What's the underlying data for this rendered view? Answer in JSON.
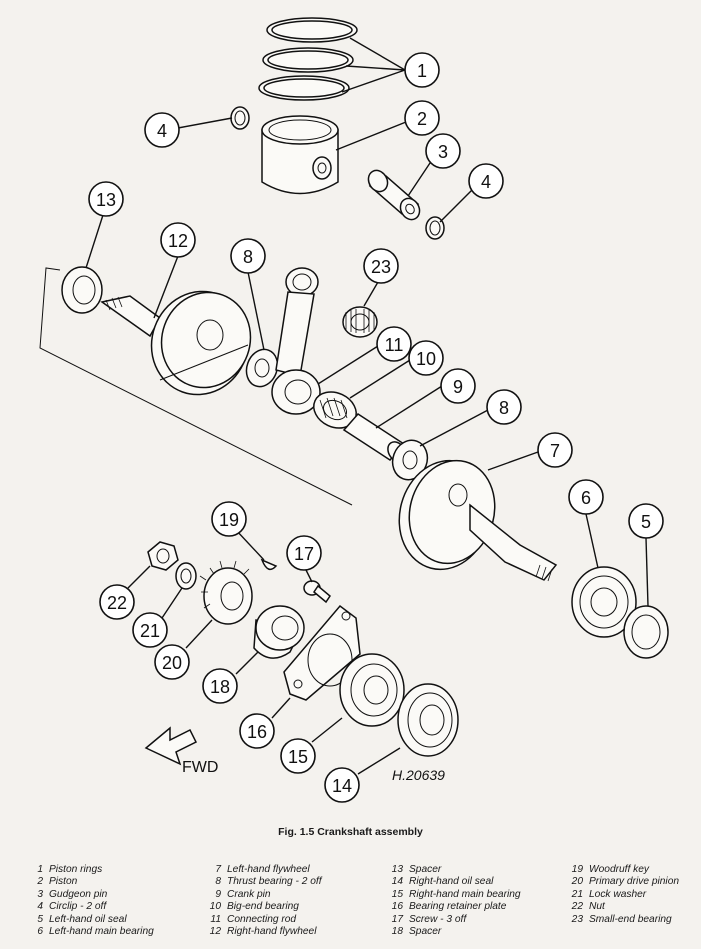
{
  "figure": {
    "caption": "Fig. 1.5 Crankshaft assembly",
    "drawing_ref": "H.20639",
    "direction_label": "FWD"
  },
  "callouts": [
    {
      "n": "1"
    },
    {
      "n": "2"
    },
    {
      "n": "3"
    },
    {
      "n": "4"
    },
    {
      "n": "4"
    },
    {
      "n": "5"
    },
    {
      "n": "6"
    },
    {
      "n": "7"
    },
    {
      "n": "8"
    },
    {
      "n": "8"
    },
    {
      "n": "9"
    },
    {
      "n": "10"
    },
    {
      "n": "11"
    },
    {
      "n": "12"
    },
    {
      "n": "13"
    },
    {
      "n": "14"
    },
    {
      "n": "15"
    },
    {
      "n": "16"
    },
    {
      "n": "17"
    },
    {
      "n": "18"
    },
    {
      "n": "19"
    },
    {
      "n": "20"
    },
    {
      "n": "21"
    },
    {
      "n": "22"
    },
    {
      "n": "23"
    }
  ],
  "legend": [
    {
      "n": "1",
      "label": "Piston rings"
    },
    {
      "n": "2",
      "label": "Piston"
    },
    {
      "n": "3",
      "label": "Gudgeon pin"
    },
    {
      "n": "4",
      "label": "Circlip - 2 off"
    },
    {
      "n": "5",
      "label": "Left-hand oil seal"
    },
    {
      "n": "6",
      "label": "Left-hand main bearing"
    },
    {
      "n": "7",
      "label": "Left-hand flywheel"
    },
    {
      "n": "8",
      "label": "Thrust bearing - 2 off"
    },
    {
      "n": "9",
      "label": "Crank pin"
    },
    {
      "n": "10",
      "label": "Big-end bearing"
    },
    {
      "n": "11",
      "label": "Connecting rod"
    },
    {
      "n": "12",
      "label": "Right-hand flywheel"
    },
    {
      "n": "13",
      "label": "Spacer"
    },
    {
      "n": "14",
      "label": "Right-hand oil seal"
    },
    {
      "n": "15",
      "label": "Right-hand main bearing"
    },
    {
      "n": "16",
      "label": "Bearing retainer plate"
    },
    {
      "n": "17",
      "label": "Screw - 3 off"
    },
    {
      "n": "18",
      "label": "Spacer"
    },
    {
      "n": "19",
      "label": "Woodruff key"
    },
    {
      "n": "20",
      "label": "Primary drive pinion"
    },
    {
      "n": "21",
      "label": "Lock washer"
    },
    {
      "n": "22",
      "label": "Nut"
    },
    {
      "n": "23",
      "label": "Small-end bearing"
    }
  ]
}
